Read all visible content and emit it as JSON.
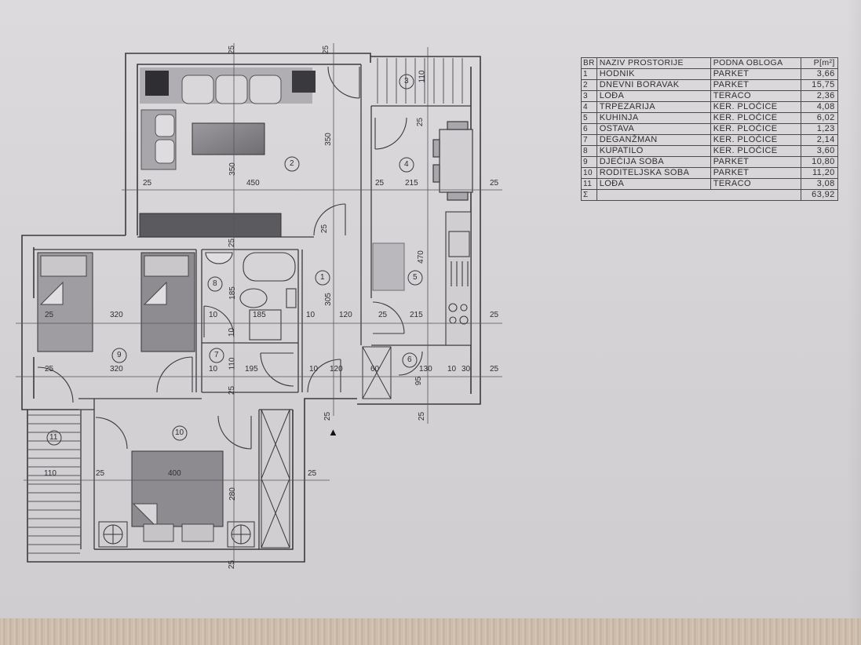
{
  "room_table": {
    "headers": {
      "nr": "BR",
      "name": "NAZIV PROSTORIJE",
      "floor": "PODNA OBLOGA",
      "area": "P[m²]"
    },
    "rows": [
      {
        "nr": "1",
        "name": "HODNIK",
        "floor": "PARKET",
        "area": "3,66"
      },
      {
        "nr": "2",
        "name": "DNEVNI BORAVAK",
        "floor": "PARKET",
        "area": "15,75"
      },
      {
        "nr": "3",
        "name": "LOĐA",
        "floor": "TERACO",
        "area": "2,36"
      },
      {
        "nr": "4",
        "name": "TRPEZARIJA",
        "floor": "KER. PLOČICE",
        "area": "4,08"
      },
      {
        "nr": "5",
        "name": "KUHINJA",
        "floor": "KER. PLOČICE",
        "area": "6,02"
      },
      {
        "nr": "6",
        "name": "OSTAVA",
        "floor": "KER. PLOČICE",
        "area": "1,23"
      },
      {
        "nr": "7",
        "name": "DEGANŽMAN",
        "floor": "KER. PLOČICE",
        "area": "2,14"
      },
      {
        "nr": "8",
        "name": "KUPATILO",
        "floor": "KER. PLOČICE",
        "area": "3,60"
      },
      {
        "nr": "9",
        "name": "DJEČIJA SOBA",
        "floor": "PARKET",
        "area": "10,80"
      },
      {
        "nr": "10",
        "name": "RODITELJSKA SOBA",
        "floor": "PARKET",
        "area": "11,20"
      },
      {
        "nr": "11",
        "name": "LOĐA",
        "floor": "TERACO",
        "area": "3,08"
      }
    ],
    "total": {
      "symbol": "Σ",
      "area": "63,92"
    }
  },
  "floor_plan": {
    "room_numbers": [
      "1",
      "2",
      "3",
      "4",
      "5",
      "6",
      "7",
      "8",
      "9",
      "10",
      "11"
    ],
    "dimensions": {
      "top_wall_1": "25",
      "top_wall_2": "25",
      "room2_width": "450",
      "room2_height_a": "350",
      "room2_height_b": "350",
      "room2_left_wall": "25",
      "room3_depth": "110",
      "room4_wall_top": "25",
      "room4_left_wall": "25",
      "room4_width": "215",
      "room4_right_wall": "25",
      "hall_door_wall": "25",
      "room5_height": "470",
      "room8_wall": "25",
      "room8_height": "185",
      "room8_wall_left": "10",
      "room8_width": "185",
      "room8_wall_bottom": "10",
      "room1_height": "305",
      "room1_wall_a": "10",
      "room1_width_a": "120",
      "room5_wall": "25",
      "room5_width": "215",
      "room5_right_wall": "25",
      "room9_left_wall": "25",
      "room9_width_a": "320",
      "room9_width_b": "320",
      "room9_left_wall_b": "25",
      "room7_wall": "10",
      "room7_height": "110",
      "room7_width": "195",
      "room1_wall_b": "10",
      "room1_width_b": "120",
      "room6_closet": "60",
      "room6_width": "130",
      "room6_wall": "10",
      "room6_depth": "30",
      "room6_right_wall": "25",
      "room6_door": "95",
      "room7_bottom_wall": "25",
      "entry_wall": "25",
      "bottom_wall_right": "25",
      "room11_width": "110",
      "room10_left_wall": "25",
      "room10_width": "400",
      "room10_height": "280",
      "room10_right_wall": "25",
      "bottom_wall": "25"
    },
    "entrance_marker": "▲"
  }
}
